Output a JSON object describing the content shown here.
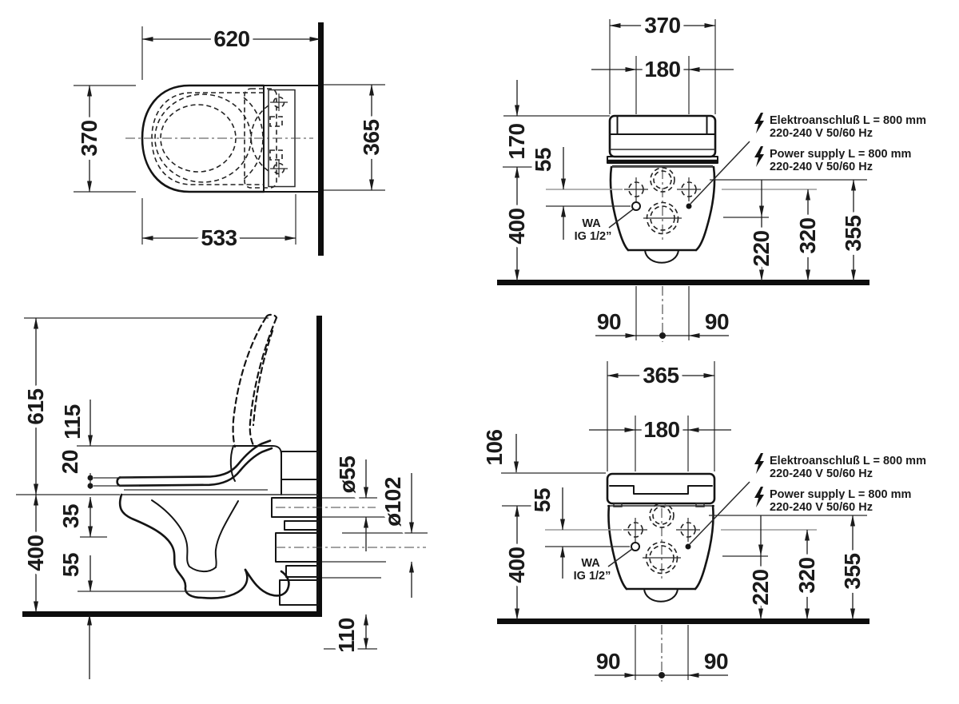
{
  "colors": {
    "ink": "#1a1a1a",
    "background": "#ffffff",
    "reference_gray": "#9a9a9a"
  },
  "views": {
    "top_view": {
      "width_620": "620",
      "depth_370": "370",
      "seat_depth_533": "533",
      "install_depth_365": "365"
    },
    "side_view": {
      "h615": "615",
      "h115": "115",
      "h20": "20",
      "h35": "35",
      "h55": "55",
      "h400": "400",
      "dia55": "ø55",
      "dia102": "ø102",
      "h110": "110"
    },
    "rear_upper": {
      "w370": "370",
      "w180": "180",
      "h170": "170",
      "h55": "55",
      "h400": "400",
      "h220": "220",
      "h320": "320",
      "h355": "355",
      "w90l": "90",
      "w90r": "90",
      "wa": "WA",
      "ig": "IG 1/2”",
      "elec_de1": "Elektroanschluß L = 800 mm",
      "elec_de2": "220-240 V  50/60 Hz",
      "elec_en1": "Power supply L = 800 mm",
      "elec_en2": "220-240 V  50/60 Hz"
    },
    "rear_lower": {
      "w365": "365",
      "w180": "180",
      "h106": "106",
      "h55": "55",
      "h400": "400",
      "h220": "220",
      "h320": "320",
      "h355": "355",
      "w90l": "90",
      "w90r": "90",
      "wa": "WA",
      "ig": "IG 1/2”",
      "elec_de1": "Elektroanschluß L = 800 mm",
      "elec_de2": "220-240 V  50/60 Hz",
      "elec_en1": "Power supply L = 800 mm",
      "elec_en2": "220-240 V  50/60 Hz"
    }
  }
}
